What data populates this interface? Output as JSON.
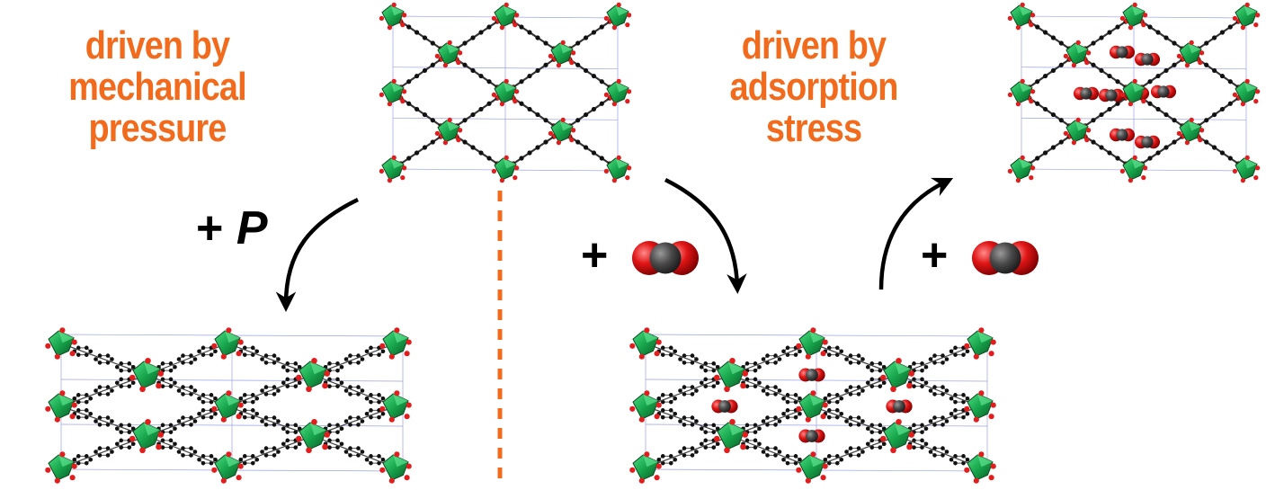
{
  "labels": {
    "left": [
      "driven by",
      "mechanical",
      "pressure"
    ],
    "right": [
      "driven by",
      "adsorption",
      "stress"
    ]
  },
  "operators": {
    "pressure_plus": "+",
    "pressure_symbol": "P",
    "co2_plus_1": "+",
    "co2_plus_2": "+"
  },
  "colors": {
    "label": "#f26b1d",
    "metal_node": "#16a34a",
    "oxygen": "#e11d1d",
    "carbon": "#555555",
    "linker": "#222222",
    "divider": "#f26b1d",
    "arrow": "#000000"
  }
}
